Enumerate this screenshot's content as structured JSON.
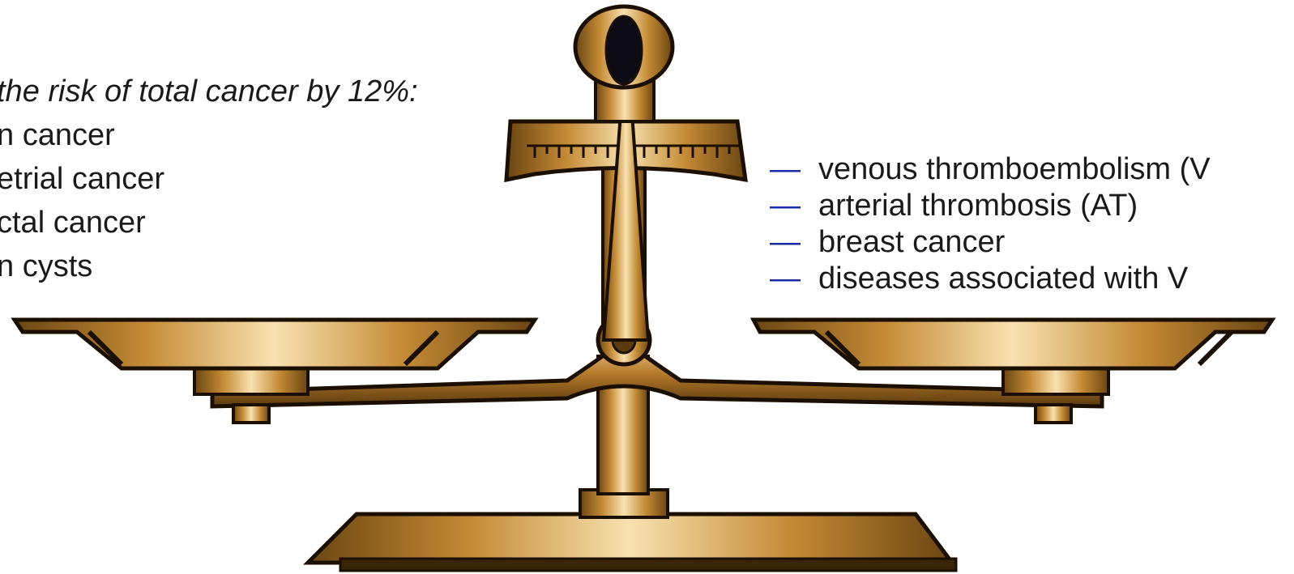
{
  "benefits": {
    "heading": "the risk of total cancer by 12%:",
    "items": [
      "n cancer",
      "etrial cancer",
      "ctal cancer",
      "n cysts"
    ]
  },
  "risks": {
    "items": [
      "venous thromboembolism (V",
      "arterial thrombosis (AT)",
      "breast cancer",
      "diseases associated with V"
    ],
    "dash": "—"
  },
  "colors": {
    "brass_dark": "#5a3a0e",
    "brass_mid": "#b57a2a",
    "brass_light": "#f3d39a",
    "dash_blue": "#1a2da8"
  },
  "icons": [
    "balance-scale-icon"
  ]
}
